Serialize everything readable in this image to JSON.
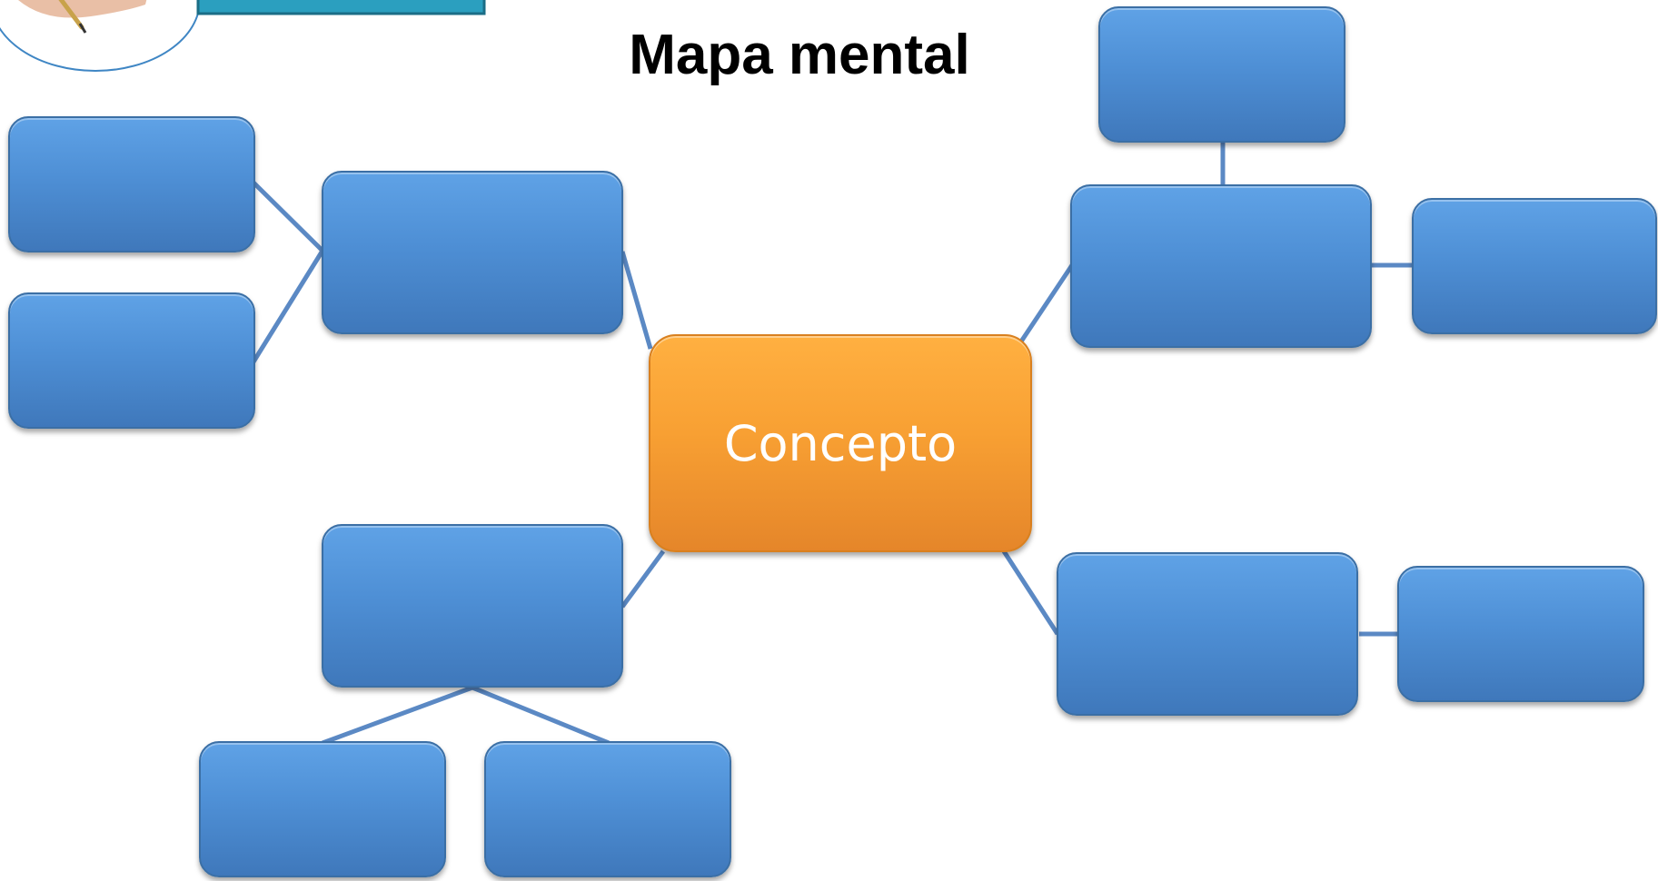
{
  "title": "Mapa mental",
  "center_node": {
    "label": "Concepto"
  },
  "colors": {
    "node_fill": "#4e8fd5",
    "node_border": "#3b6fa5",
    "center_fill": "#f8a033",
    "center_border": "#d9801f",
    "connector": "#5b89c4",
    "title_text": "#000000",
    "center_text": "#ffffff"
  },
  "nodes": [
    {
      "id": "left-top",
      "label": ""
    },
    {
      "id": "left-middle",
      "label": ""
    },
    {
      "id": "left-hub-upper",
      "label": ""
    },
    {
      "id": "left-hub-lower",
      "label": ""
    },
    {
      "id": "bottom-left",
      "label": ""
    },
    {
      "id": "bottom-center",
      "label": ""
    },
    {
      "id": "right-top",
      "label": ""
    },
    {
      "id": "right-hub-upper",
      "label": ""
    },
    {
      "id": "right-far-upper",
      "label": ""
    },
    {
      "id": "right-hub-lower",
      "label": ""
    },
    {
      "id": "right-far-lower",
      "label": ""
    }
  ]
}
